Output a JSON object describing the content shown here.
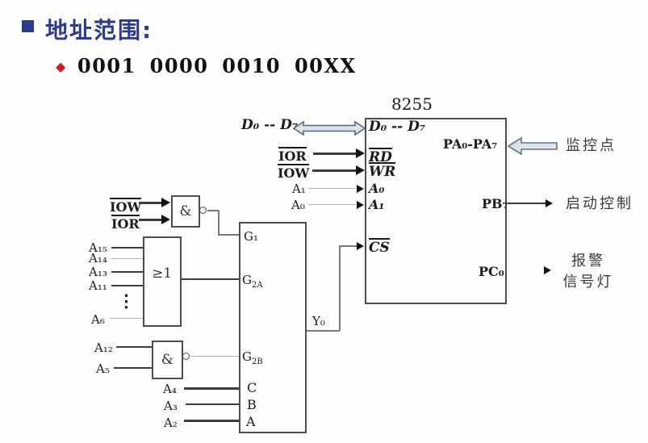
{
  "slide": {
    "title": "地址范围:",
    "address": "0001 0000 0010 00XX"
  },
  "chip": {
    "title": "8255",
    "pins": {
      "d": "D₀ -- D₇",
      "rd": "RD",
      "wr": "WR",
      "a0": "A₀",
      "a1": "A₁",
      "cs": "CS",
      "pa": "PA₀-PA₇",
      "pb": "PB₇",
      "pc": "PC₀"
    }
  },
  "bus": {
    "data": "D₀ -- D₇",
    "ior": "IOR",
    "iow": "IOW",
    "a1": "A₁",
    "a0": "A₀"
  },
  "annotations": {
    "monitor": "监控点",
    "start": "启动控制",
    "alarm1": "报警",
    "alarm2": "信号灯"
  },
  "gate_and1": {
    "symbol": "&",
    "in_top": "IOW",
    "in_bottom": "IOR"
  },
  "gate_or": {
    "symbol": "≥1",
    "inputs": [
      "A₁₅",
      "A₁₄",
      "A₁₃",
      "A₁₁"
    ],
    "dots": "⋮",
    "last": "A₆"
  },
  "gate_and2": {
    "symbol": "&",
    "in_top": "A₁₂",
    "in_bottom": "A₅"
  },
  "decoder": {
    "g1": "G₁",
    "g2a_base": "G",
    "g2a_sub": "2A",
    "g2b_base": "G",
    "g2b_sub": "2B",
    "c": "C",
    "b": "B",
    "a": "A",
    "y0": "Y₀",
    "addr_c": "A₄",
    "addr_b": "A₃",
    "addr_a": "A₂"
  },
  "colors": {
    "title_navy": "#2b3a8f",
    "diamond_red": "#cf1c1c",
    "arrow_fill": "#dbe3ee",
    "line_dark": "#3d3d3d"
  }
}
